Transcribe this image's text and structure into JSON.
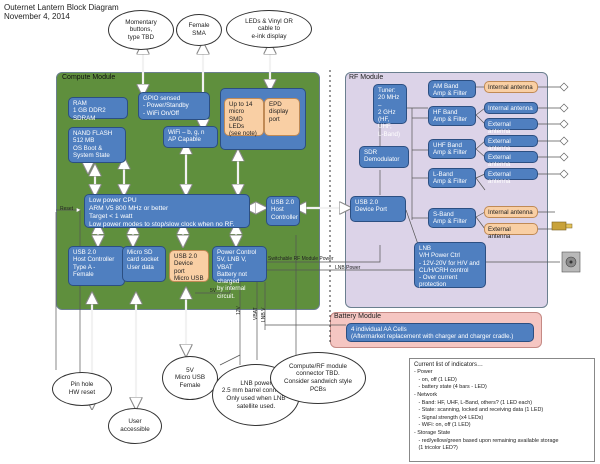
{
  "header": {
    "title": "Outernet Lantern Block Diagram",
    "date": "November 4, 2014"
  },
  "compute_module": {
    "title": "Compute Module",
    "ram": "RAM\n1 GB DDR2 SDRAM",
    "gpio": "GPIO sensed\n- Power/Standby\n- WiFi On/Off",
    "nand": "NAND FLASH\n512 MB\nOS Boot &\nSystem State",
    "wifi": "WiFi – b, g, n\nAP Capable",
    "leds": "Up to 14\nmicro\nSMD LEDs\n(see note)",
    "epd": "EPD\ndisplay\nport",
    "cpu": "Low power CPU\nARM V5 800 MHz or better\nTarget < 1 watt\nLow power modes to stop/slow clock when no RF.",
    "usb_host": "USB 2.0\nHost\nController",
    "usb_host_a": "USB 2.0\nHost Controller\nType A -\nFemale",
    "micro_sd": "Micro SD\ncard socket\nUser data",
    "usb_device": "USB 2.0\nDevice port\nMicro USB",
    "power": "Power Control\n5V, LNB V, VBAT\nBattery not charged\nby internal circuit."
  },
  "rf_module": {
    "title": "RF Module",
    "tuner": "Tuner:\n20 MHz –\n2 GHz\n(HF, UHF,\nL-Band)",
    "sdr": "SDR\nDemodulator",
    "usb_device_port": "USB 2.0\nDevice Port",
    "am": "AM Band\nAmp & Filter",
    "hf": "HF Band\nAmp & Filter",
    "uhf": "UHF Band\nAmp & Filter",
    "lband": "L-Band\nAmp & Filter",
    "sband": "S-Band\nAmp & Filter",
    "lnb": "LNB\nV/H Power Ctrl\n- 12V-20V for H/V and\nCL/H/CRH control\n- Over current\nprotection",
    "antennas": [
      "Internal antenna",
      "Internal antenna",
      "External antenna",
      "External antenna",
      "External antenna",
      "External antenna",
      "Internal antenna",
      "External antenna"
    ]
  },
  "battery_module": {
    "title": "Battery Module",
    "text": "4 individual AA Cells\n(Aftermarket replacement with charger and charger cradle.)"
  },
  "callouts": {
    "buttons": "Momentary\nbuttons,\ntype TBD",
    "sma": "Female\nSMA",
    "display": "LEDs & Vinyl OR\ncable to\ne-ink display",
    "reset": "Pin hole\nHW reset",
    "user": "User\naccessible",
    "micro_usb": "5V\nMicro USB\nFemale",
    "lnb_power": "LNB power\n2.5 mm barrel connector\nOnly used when LNB\nsatellite used.",
    "connector": "Compute/RF module\nconnector TBD.\nConsider sandwich style\nPCBs"
  },
  "wire_labels": {
    "reset": "Reset",
    "switchable": "Switchable RF Module Power",
    "lnb_power": "LNB Power",
    "v5": "5V",
    "v12": "12V",
    "vbat": "VBAT",
    "lnbv": "LNB V"
  },
  "indicators": {
    "title": "Current list of indicators…",
    "lines": [
      "- Power",
      "   - on, off (1 LED)",
      "   - battery state (4 bars - LED)",
      "- Network",
      "   - Band: HF, UHF, L-Band, others? (1 LED each)",
      "   - State: scanning, locked and receiving data (1 LED)",
      "   - Signal strength (x4 LEDs)",
      "   - WiFi: on, off (1 LED)",
      "- Storage State",
      "   - red/yellow/green based upon remaining available storage",
      "   (1 tricolor LED?)"
    ]
  },
  "colors": {
    "compute_bg": "#5f8f3d",
    "rf_bg": "#dcd3e8",
    "battery_bg": "#f5c6c2",
    "block": "#4f7fc0",
    "orange": "#f9cfa4"
  }
}
